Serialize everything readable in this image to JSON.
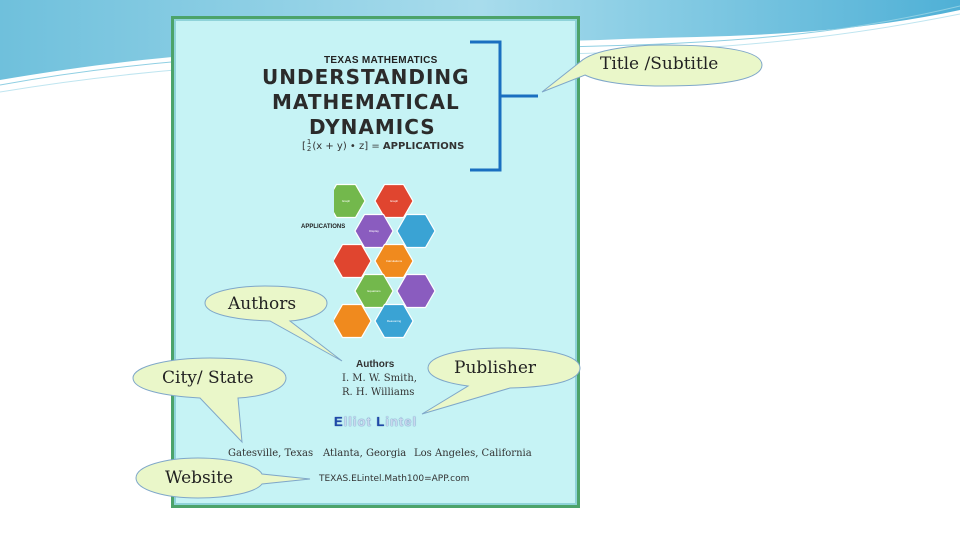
{
  "cover": {
    "kicker": "TEXAS MATHEMATICS",
    "title_lines": [
      "UNDERSTANDING",
      "MATHEMATICAL",
      "DYNAMICS"
    ],
    "formula_prefix": "[",
    "formula_numerator": "1",
    "formula_denominator": "2",
    "formula_body": "(x + y) • z] = ",
    "formula_result": "APPLICATIONS",
    "applications_label": "APPLICATIONS",
    "hexagons": [
      {
        "label": "Graph",
        "color": "#73b84c"
      },
      {
        "label": "Graph",
        "color": "#e0452f"
      },
      {
        "label": "Display",
        "color": "#8a5cbf"
      },
      {
        "label": "",
        "color": "#3aa3d4"
      },
      {
        "label": "",
        "color": "#e0452f"
      },
      {
        "label": "Calculations",
        "color": "#f08a1e"
      },
      {
        "label": "Equations",
        "color": "#73b84c"
      },
      {
        "label": "",
        "color": "#8a5cbf"
      },
      {
        "label": "",
        "color": "#f08a1e"
      },
      {
        "label": "Reasoning",
        "color": "#3aa3d4"
      }
    ],
    "authors_heading": "Authors",
    "authors": [
      "I. M. W. Smith,",
      "R. H. Williams"
    ],
    "publisher_first": "E",
    "publisher_rest1": "lliot ",
    "publisher_second": "L",
    "publisher_rest2": "intel",
    "cities": [
      "Gatesville, Texas",
      "Atlanta, Georgia",
      "Los Angeles, California"
    ],
    "website": "TEXAS.ELintel.Math100=APP.com"
  },
  "callouts": {
    "title": "Title /Subtitle",
    "authors": "Authors",
    "city_state": "City/ State",
    "publisher": "Publisher",
    "website": "Website"
  },
  "colors": {
    "cover_bg": "#c6f3f5",
    "cover_border": "#4ca36a",
    "bracket": "#1a6fc0",
    "bubble_fill": "#eaf7c9",
    "bubble_stroke": "#7fa7c9"
  }
}
